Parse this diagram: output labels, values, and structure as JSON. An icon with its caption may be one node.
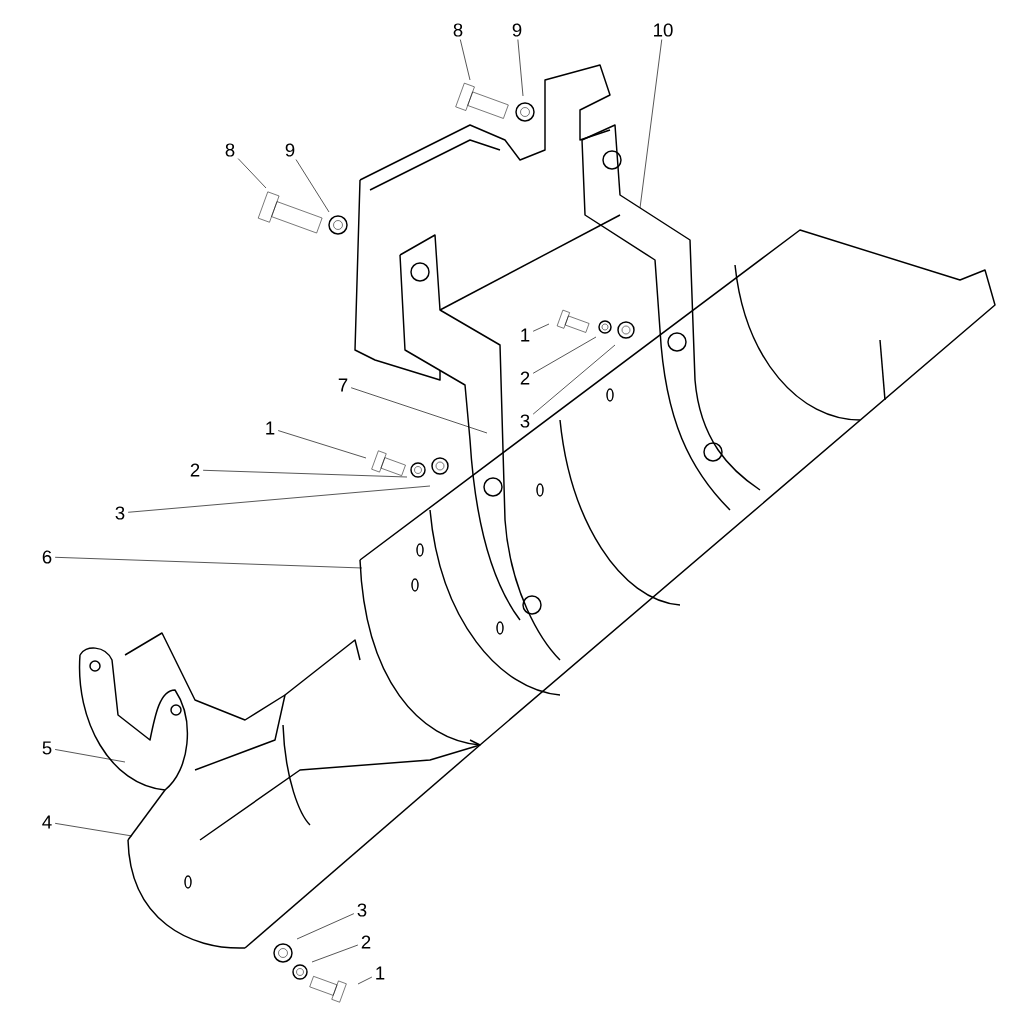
{
  "diagram": {
    "nodes": [
      {
        "text": [
          "8"
        ]
      },
      {
        "text": [
          "9"
        ]
      },
      {
        "text": [
          "10"
        ]
      },
      {
        "text": [
          "8"
        ]
      },
      {
        "text": [
          "9"
        ]
      },
      {
        "text": [
          "1"
        ]
      },
      {
        "text": [
          "2"
        ]
      },
      {
        "text": [
          "3"
        ]
      },
      {
        "text": [
          "7"
        ]
      },
      {
        "text": [
          "1"
        ]
      },
      {
        "text": [
          "2"
        ]
      },
      {
        "text": [
          "3"
        ]
      },
      {
        "text": [
          "6"
        ]
      },
      {
        "text": [
          "5"
        ]
      },
      {
        "text": [
          "4"
        ]
      },
      {
        "text": [
          "3"
        ]
      },
      {
        "text": [
          "2"
        ]
      },
      {
        "text": [
          "1"
        ]
      }
    ],
    "edges": [
      {
        "from": 0,
        "to": null,
        "arrow": "none"
      },
      {
        "from": 1,
        "to": null,
        "arrow": "none"
      },
      {
        "from": 2,
        "to": null,
        "arrow": "none"
      },
      {
        "from": 3,
        "to": null,
        "arrow": "none"
      },
      {
        "from": 4,
        "to": null,
        "arrow": "none"
      },
      {
        "from": 5,
        "to": null,
        "arrow": "none"
      },
      {
        "from": 6,
        "to": null,
        "arrow": "none"
      },
      {
        "from": 7,
        "to": null,
        "arrow": "none"
      },
      {
        "from": 8,
        "to": null,
        "arrow": "none"
      },
      {
        "from": 9,
        "to": null,
        "arrow": "none"
      },
      {
        "from": 10,
        "to": null,
        "arrow": "none"
      },
      {
        "from": 11,
        "to": null,
        "arrow": "none"
      },
      {
        "from": 12,
        "to": null,
        "arrow": "none"
      },
      {
        "from": 13,
        "to": null,
        "arrow": "none"
      },
      {
        "from": 14,
        "to": null,
        "arrow": "none"
      },
      {
        "from": 15,
        "to": null,
        "arrow": "none"
      },
      {
        "from": 16,
        "to": null,
        "arrow": "none"
      },
      {
        "from": 17,
        "to": null,
        "arrow": "none"
      }
    ]
  }
}
